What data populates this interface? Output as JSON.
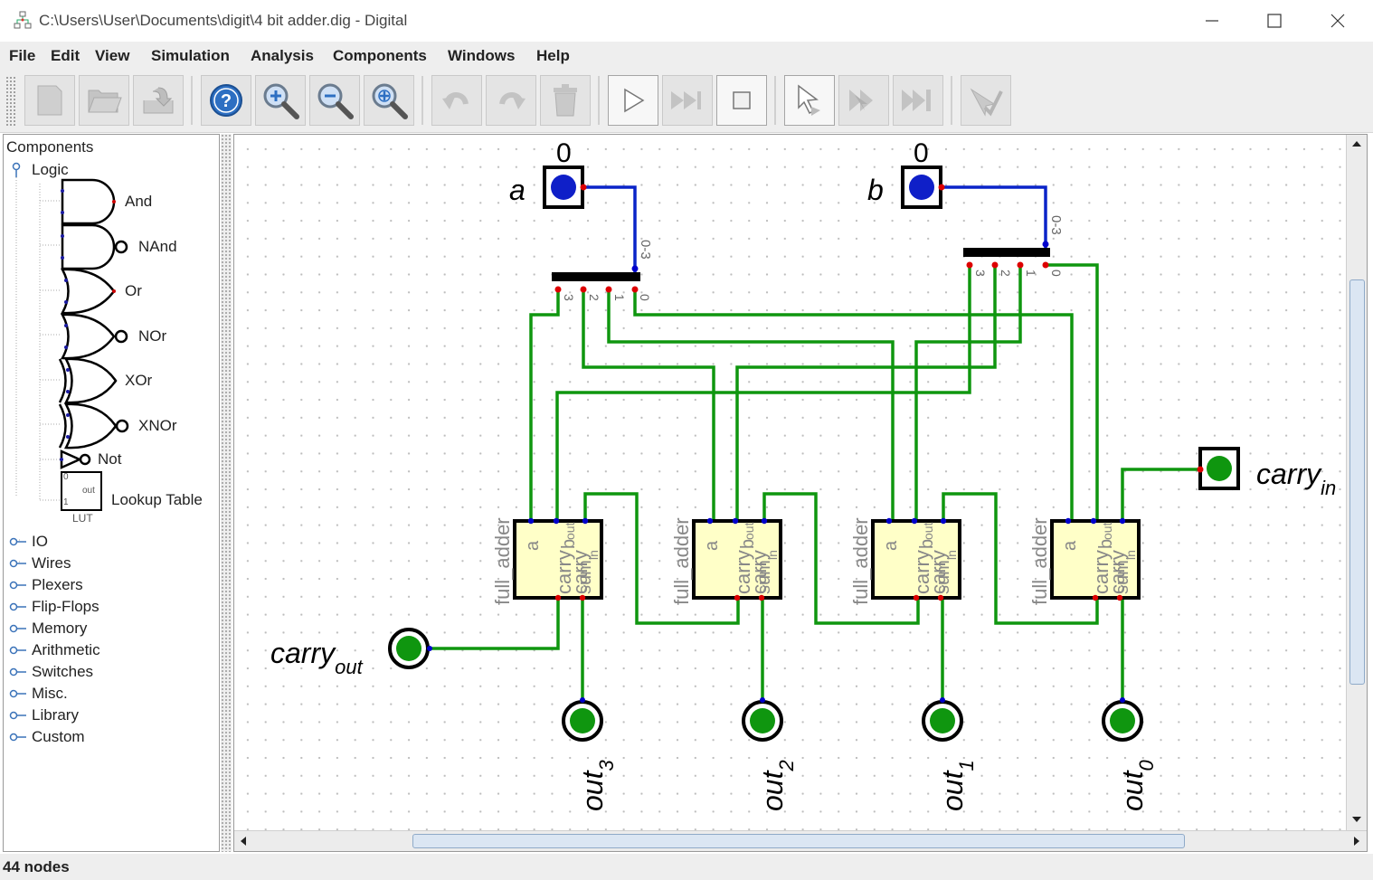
{
  "window": {
    "title": "C:\\Users\\User\\Documents\\digit\\4 bit adder.dig - Digital"
  },
  "menu": [
    "File",
    "Edit",
    "View",
    "Simulation",
    "Analysis",
    "Components",
    "Windows",
    "Help"
  ],
  "toolbar": [
    {
      "name": "new-button",
      "icon": "new-file-icon"
    },
    {
      "name": "open-button",
      "icon": "open-folder-icon"
    },
    {
      "name": "save-button",
      "icon": "save-icon"
    },
    {
      "name": "help-button",
      "icon": "help-icon"
    },
    {
      "name": "zoom-in-button",
      "icon": "zoom-in-icon"
    },
    {
      "name": "zoom-out-button",
      "icon": "zoom-out-icon"
    },
    {
      "name": "zoom-fit-button",
      "icon": "zoom-fit-icon"
    },
    {
      "name": "undo-button",
      "icon": "undo-icon"
    },
    {
      "name": "redo-button",
      "icon": "redo-icon"
    },
    {
      "name": "delete-button",
      "icon": "delete-icon"
    },
    {
      "name": "start-simulation-button",
      "icon": "play-icon"
    },
    {
      "name": "fast-run-button",
      "icon": "fast-forward-icon"
    },
    {
      "name": "stop-simulation-button",
      "icon": "stop-icon"
    },
    {
      "name": "single-step-button",
      "icon": "step-icon"
    },
    {
      "name": "run-to-break-button",
      "icon": "run-to-break-icon"
    },
    {
      "name": "run-to-micro-button",
      "icon": "skip-icon"
    },
    {
      "name": "analysis-button",
      "icon": "check-icon"
    }
  ],
  "components_tree": {
    "root": "Components",
    "logic": {
      "label": "Logic",
      "gates": [
        "And",
        "NAnd",
        "Or",
        "NOr",
        "XOr",
        "XNOr",
        "Not",
        "Lookup Table"
      ],
      "lut": {
        "title": "LUT",
        "pins": [
          "0",
          "1",
          "out"
        ]
      }
    },
    "categories": [
      "IO",
      "Wires",
      "Plexers",
      "Flip-Flops",
      "Memory",
      "Arithmetic",
      "Switches",
      "Misc.",
      "Library",
      "Custom"
    ]
  },
  "circuit": {
    "inputs": [
      {
        "label": "a",
        "value": "0"
      },
      {
        "label": "b",
        "value": "0"
      },
      {
        "label": "carry",
        "sub": "in"
      }
    ],
    "splitter": {
      "bits": "0-3",
      "pins": [
        "3",
        "2",
        "1",
        "0"
      ]
    },
    "adder": {
      "type": "full_adder",
      "pins": [
        "a",
        "b",
        "c_in",
        "s",
        "c_out"
      ],
      "pin_text": [
        "carry",
        "b",
        "out",
        "sum",
        "carry",
        "in"
      ]
    },
    "outputs": [
      {
        "label": "out",
        "sub": "3"
      },
      {
        "label": "out",
        "sub": "2"
      },
      {
        "label": "out",
        "sub": "1"
      },
      {
        "label": "out",
        "sub": "0"
      },
      {
        "label": "carry",
        "sub": "out"
      }
    ],
    "colors": {
      "wire_low": "#0f960f",
      "wire_bus": "#0a24c8",
      "component_fill": "#ffffc8",
      "pin": "#dd0000",
      "pin_blue": "#0000cc"
    }
  },
  "status": {
    "text": "44 nodes"
  }
}
